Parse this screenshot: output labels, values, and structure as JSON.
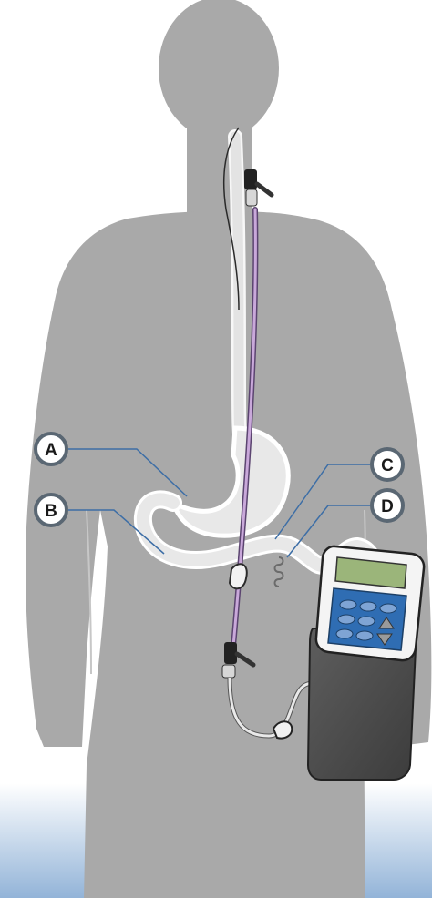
{
  "diagram": {
    "callouts": [
      {
        "id": "A",
        "label": "A"
      },
      {
        "id": "B",
        "label": "B"
      },
      {
        "id": "C",
        "label": "C"
      },
      {
        "id": "D",
        "label": "D"
      }
    ],
    "colors": {
      "background": "#ffffff",
      "body_silhouette": "#a9a9a9",
      "organ_outline": "#ffffff",
      "organ_fill": "#e8e8e8",
      "tube_main": "#b48ac7",
      "tube_outline": "#5b4470",
      "callout_ring": "#5a6773",
      "callout_fill": "#ffffff",
      "leader_line": "#3d6ea6",
      "pump_body": "#f5f5f5",
      "pump_keypad": "#2f6db3",
      "pump_screen": "#9bb57a",
      "pump_bag": "#4b4b4b",
      "corner_gradient": "#3a76b8"
    },
    "icons": [
      "human-body-silhouette",
      "stomach-icon",
      "intestine-icon",
      "feeding-tube-icon",
      "feeding-pump-icon"
    ]
  }
}
